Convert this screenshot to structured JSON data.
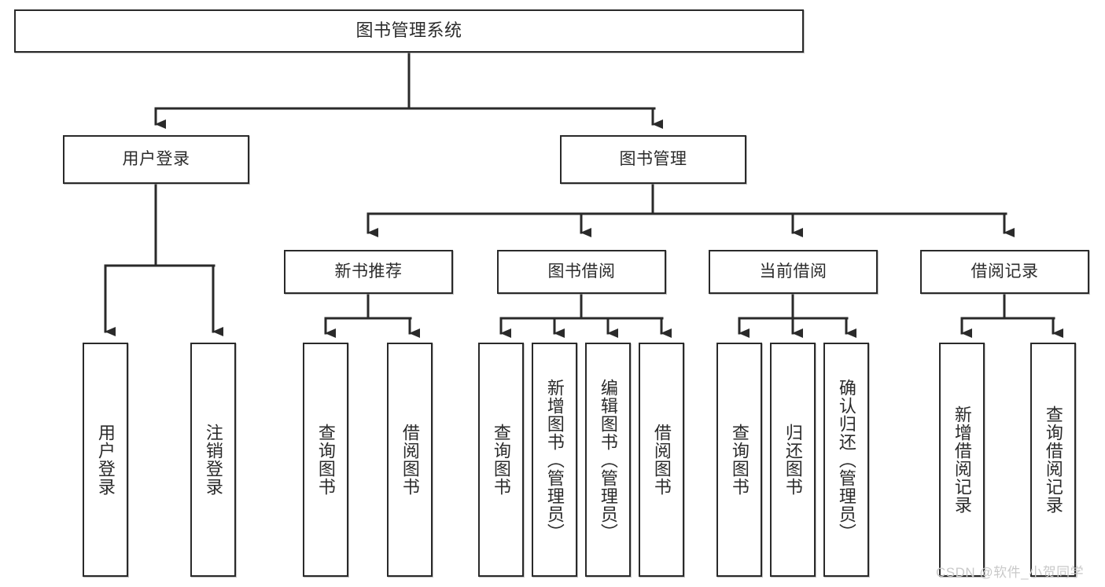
{
  "diagram": {
    "title": "图书管理系统",
    "type": "tree",
    "orientation": "top-down",
    "watermark": "CSDN @软件_小贺同学",
    "colors": {
      "box_border": "#2a2a2a",
      "box_fill": "#ffffff",
      "connector": "#2a2a2a",
      "text": "#2b2b2b",
      "watermark": "#c9c9c9",
      "background": "#ffffff"
    }
  },
  "root": {
    "label": "图书管理系统"
  },
  "level2": [
    {
      "label": "用户登录"
    },
    {
      "label": "图书管理"
    }
  ],
  "level3": [
    {
      "label": "新书推荐"
    },
    {
      "label": "图书借阅"
    },
    {
      "label": "当前借阅"
    },
    {
      "label": "借阅记录"
    }
  ],
  "leaves": {
    "user_login": [
      {
        "label": "用户登录"
      },
      {
        "label": "注销登录"
      }
    ],
    "new_book_recommend": [
      {
        "label": "查询图书"
      },
      {
        "label": "借阅图书"
      }
    ],
    "book_borrow": [
      {
        "label": "查询图书"
      },
      {
        "label": "新增图书（管理员）"
      },
      {
        "label": "编辑图书（管理员）"
      },
      {
        "label": "借阅图书"
      }
    ],
    "current_borrow": [
      {
        "label": "查询图书"
      },
      {
        "label": "归还图书"
      },
      {
        "label": "确认归还（管理员）"
      }
    ],
    "borrow_record": [
      {
        "label": "新增借阅记录"
      },
      {
        "label": "查询借阅记录"
      }
    ]
  }
}
